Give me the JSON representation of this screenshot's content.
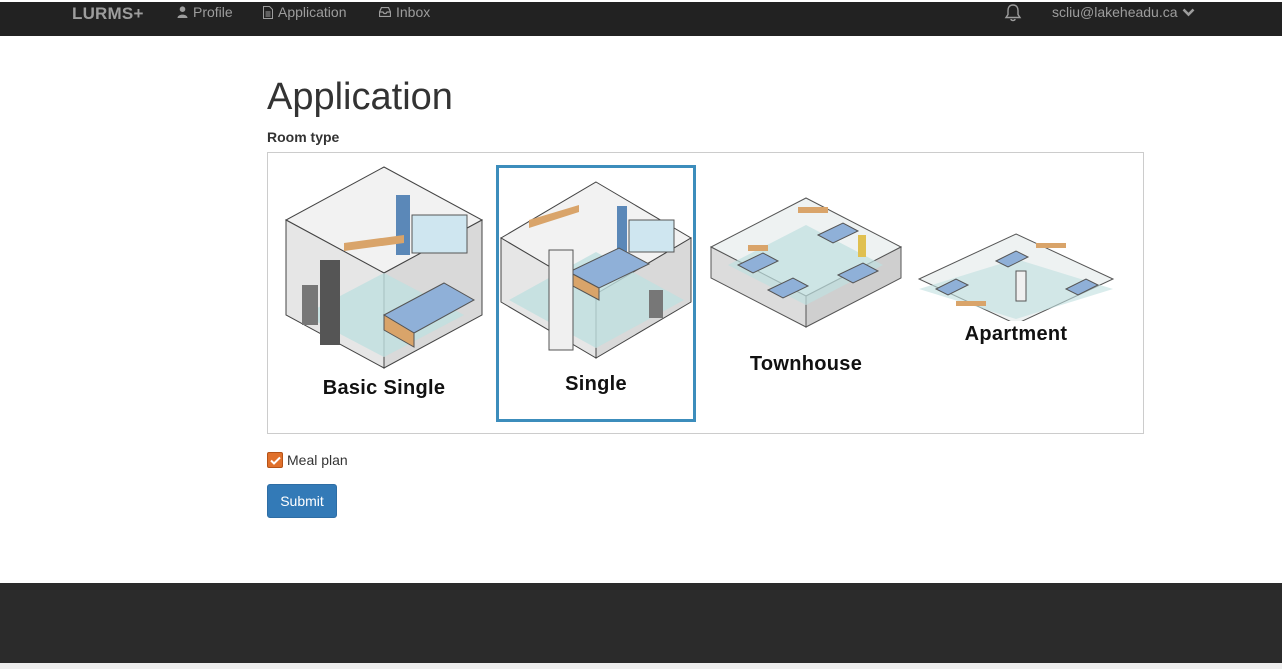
{
  "nav": {
    "brand": "LURMS+",
    "items": [
      {
        "label": "Profile",
        "icon": "user-icon"
      },
      {
        "label": "Application",
        "icon": "document-icon"
      },
      {
        "label": "Inbox",
        "icon": "inbox-icon"
      }
    ],
    "notifications_icon": "bell-icon",
    "user_email": "scliu@lakeheadu.ca",
    "user_menu_icon": "chevron-down-icon"
  },
  "main": {
    "title": "Application",
    "room_type_label": "Room type",
    "room_types": [
      {
        "label": "Basic Single",
        "selected": false
      },
      {
        "label": "Single",
        "selected": true
      },
      {
        "label": "Townhouse",
        "selected": false
      },
      {
        "label": "Apartment",
        "selected": false
      }
    ],
    "meal_plan_label": "Meal plan",
    "meal_plan_checked": true,
    "submit_label": "Submit"
  },
  "colors": {
    "navbar": "#222222",
    "accent": "#337ab7",
    "selected_border": "#3c8dbc",
    "checkbox": "#e0702b",
    "footer": "#2b2b2b"
  }
}
